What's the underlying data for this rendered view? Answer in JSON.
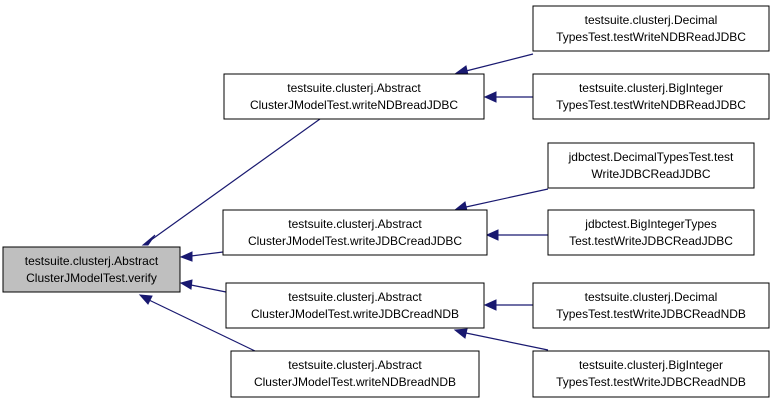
{
  "colors": {
    "edge": "#191970",
    "root_fill": "#bfbfbf",
    "node_fill": "#ffffff",
    "node_border": "#000000"
  },
  "nodes": {
    "verify": {
      "line1": "testsuite.clusterj.Abstract",
      "line2": "ClusterJModelTest.verify"
    },
    "writeNDBreadJDBC": {
      "line1": "testsuite.clusterj.Abstract",
      "line2": "ClusterJModelTest.writeNDBreadJDBC"
    },
    "writeJDBCreadJDBC": {
      "line1": "testsuite.clusterj.Abstract",
      "line2": "ClusterJModelTest.writeJDBCreadJDBC"
    },
    "writeJDBCreadNDB": {
      "line1": "testsuite.clusterj.Abstract",
      "line2": "ClusterJModelTest.writeJDBCreadNDB"
    },
    "writeNDBreadNDB": {
      "line1": "testsuite.clusterj.Abstract",
      "line2": "ClusterJModelTest.writeNDBreadNDB"
    },
    "decimalWriteNDBReadJDBC": {
      "line1": "testsuite.clusterj.Decimal",
      "line2": "TypesTest.testWriteNDBReadJDBC"
    },
    "bigIntWriteNDBReadJDBC": {
      "line1": "testsuite.clusterj.BigInteger",
      "line2": "TypesTest.testWriteNDBReadJDBC"
    },
    "jdbcDecimalWriteJDBCReadJDBC": {
      "line1": "jdbctest.DecimalTypesTest.test",
      "line2": "WriteJDBCReadJDBC"
    },
    "jdbcBigIntWriteJDBCReadJDBC": {
      "line1": "jdbctest.BigIntegerTypes",
      "line2": "Test.testWriteJDBCReadJDBC"
    },
    "decimalWriteJDBCReadNDB": {
      "line1": "testsuite.clusterj.Decimal",
      "line2": "TypesTest.testWriteJDBCReadNDB"
    },
    "bigIntWriteJDBCReadNDB": {
      "line1": "testsuite.clusterj.BigInteger",
      "line2": "TypesTest.testWriteJDBCReadNDB"
    }
  },
  "edges": [
    {
      "from": "writeNDBreadJDBC",
      "to": "verify"
    },
    {
      "from": "writeJDBCreadJDBC",
      "to": "verify"
    },
    {
      "from": "writeJDBCreadNDB",
      "to": "verify"
    },
    {
      "from": "writeNDBreadNDB",
      "to": "verify"
    },
    {
      "from": "decimalWriteNDBReadJDBC",
      "to": "writeNDBreadJDBC"
    },
    {
      "from": "bigIntWriteNDBReadJDBC",
      "to": "writeNDBreadJDBC"
    },
    {
      "from": "jdbcDecimalWriteJDBCReadJDBC",
      "to": "writeJDBCreadJDBC"
    },
    {
      "from": "jdbcBigIntWriteJDBCReadJDBC",
      "to": "writeJDBCreadJDBC"
    },
    {
      "from": "decimalWriteJDBCReadNDB",
      "to": "writeJDBCreadNDB"
    },
    {
      "from": "bigIntWriteJDBCReadNDB",
      "to": "writeJDBCreadNDB"
    }
  ]
}
